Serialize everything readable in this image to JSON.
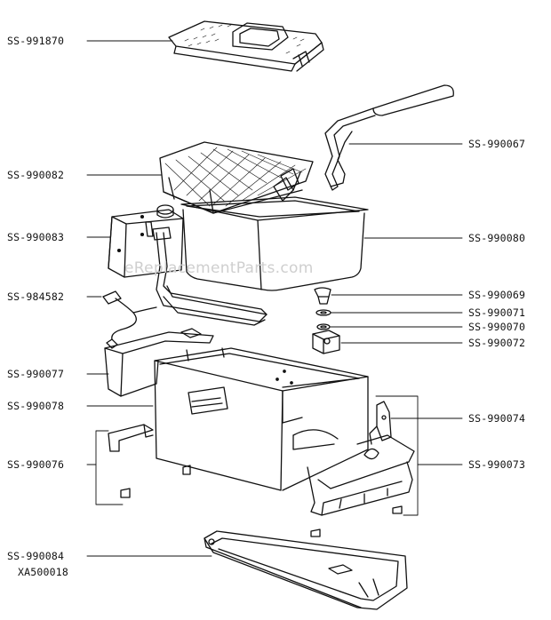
{
  "labels": {
    "lid": "SS-991870",
    "handle": "SS-990067",
    "basket": "SS-990082",
    "control_box": "SS-990083",
    "bowl": "SS-990080",
    "cord": "SS-984582",
    "knob": "SS-990069",
    "seal_ring": "SS-990071",
    "washer": "SS-990070",
    "bracket": "SS-990072",
    "side_bracket": "SS-990077",
    "housing": "SS-990078",
    "latch": "SS-990074",
    "feet_rail": "SS-990076",
    "front_rail": "SS-990073",
    "base_tray": "SS-990084",
    "diagram_ref": "XA500018"
  },
  "watermark": "eReplacementParts.com",
  "colors": {
    "line": "#111111",
    "label": "#111111",
    "watermark": "#cfcfcf"
  }
}
